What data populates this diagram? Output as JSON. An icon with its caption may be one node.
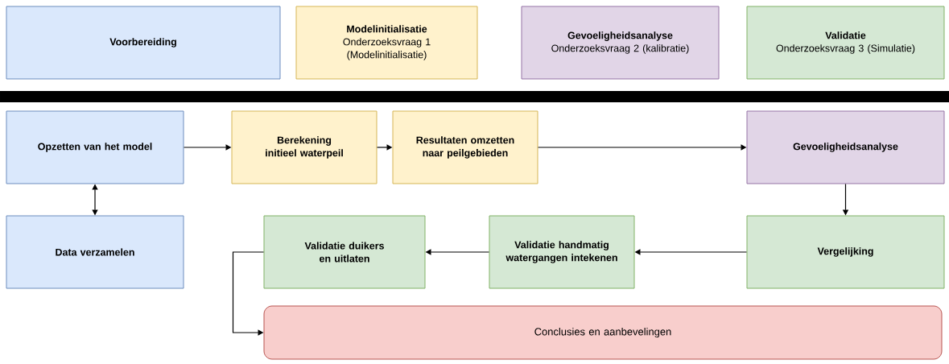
{
  "diagram": {
    "nodes": [
      {
        "text": [
          "Voorbereiding"
        ]
      },
      {
        "text": [
          "Modelinitialisatie",
          "Onderzoeksvraag 1 (Modelinitialisatie)"
        ]
      },
      {
        "text": [
          "Gevoeligheidsanalyse",
          "Onderzoeksvraag 2 (kalibratie)"
        ]
      },
      {
        "text": [
          "Validatie",
          "Onderzoeksvraag 3 (Simulatie)"
        ]
      },
      {
        "text": [],
        "shape": "bar"
      },
      {
        "text": [
          "Opzetten van het model"
        ]
      },
      {
        "text": [
          "Berekening initieel waterpeil"
        ]
      },
      {
        "text": [
          "Resultaten omzetten naar peilgebieden"
        ]
      },
      {
        "text": [
          "Gevoeligheidsanalyse"
        ]
      },
      {
        "text": [
          "Data verzamelen"
        ]
      },
      {
        "text": [
          "Validatie duikers en uitlaten"
        ]
      },
      {
        "text": [
          "Validatie handmatig watergangen intekenen"
        ]
      },
      {
        "text": [
          "Vergelijking"
        ]
      },
      {
        "text": [
          "Conclusies en aanbevelingen"
        ]
      }
    ],
    "edges": [
      {
        "from": 5,
        "to": 6,
        "arrow": "to"
      },
      {
        "from": 6,
        "to": 7,
        "arrow": "to"
      },
      {
        "from": 7,
        "to": 8,
        "arrow": "to"
      },
      {
        "from": 5,
        "to": 9,
        "arrow": "both"
      },
      {
        "from": 8,
        "to": 12,
        "arrow": "to"
      },
      {
        "from": 12,
        "to": 11,
        "arrow": "to"
      },
      {
        "from": 11,
        "to": 10,
        "arrow": "to"
      },
      {
        "from": 10,
        "to": 13,
        "arrow": "to"
      }
    ]
  }
}
